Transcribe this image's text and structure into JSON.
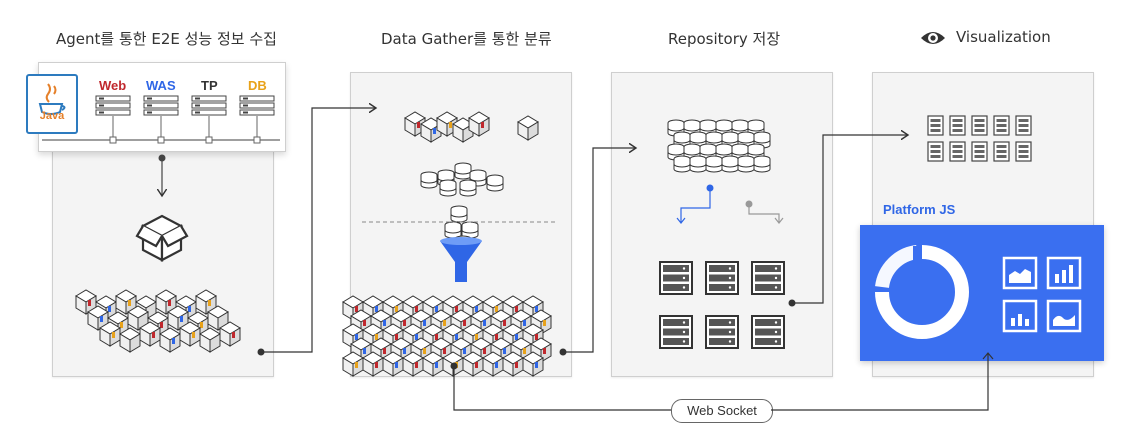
{
  "stages": [
    {
      "title": "Agent를 통한 E2E 성능 정보 수집"
    },
    {
      "title": "Data Gather를 통한 분류"
    },
    {
      "title": "Repository 저장"
    },
    {
      "title": "Visualization"
    }
  ],
  "agent_card": {
    "java_label": "Java",
    "columns": [
      {
        "label": "Web",
        "color": "#c0282d"
      },
      {
        "label": "WAS",
        "color": "#2f66e6"
      },
      {
        "label": "TP",
        "color": "#333333"
      },
      {
        "label": "DB",
        "color": "#e8a21a"
      }
    ]
  },
  "platform": {
    "label": "Platform JS",
    "color": "#3a6ff0"
  },
  "connector": {
    "label": "Web Socket"
  },
  "colors": {
    "accent_blue": "#2f66e6",
    "red": "#c0282d",
    "yellow": "#e8a21a"
  }
}
